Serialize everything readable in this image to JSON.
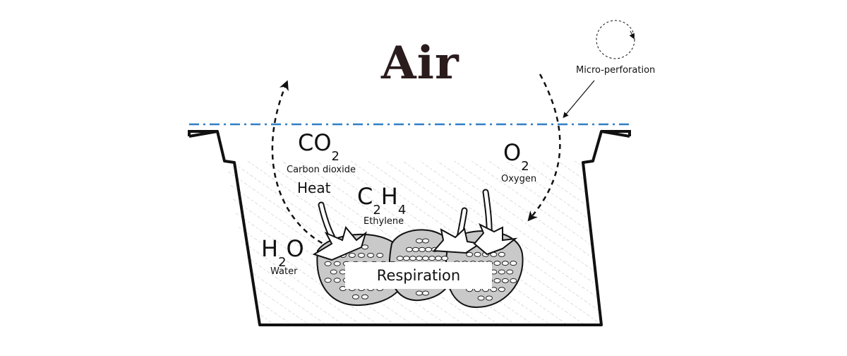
{
  "title": "Air",
  "micro_label": "Micro-perforation",
  "respiration_label": "Respiration",
  "co2": {
    "main": "CO",
    "sub": "2",
    "caption": "Carbon dioxide"
  },
  "heat": "Heat",
  "ethylene": {
    "c": "C",
    "c_sub": "2",
    "h": "H",
    "h_sub": "4",
    "caption": "Ethylene"
  },
  "o2": {
    "main": "O",
    "sub": "2",
    "caption": "Oxygen"
  },
  "h2o": {
    "h": "H",
    "h_sub": "2",
    "o": "O",
    "caption": "Water"
  },
  "colors": {
    "film_line": "#2f7fc6",
    "outline": "#111111",
    "hatch": "#d9d9d9",
    "strawberry": "#c9c9c9"
  }
}
